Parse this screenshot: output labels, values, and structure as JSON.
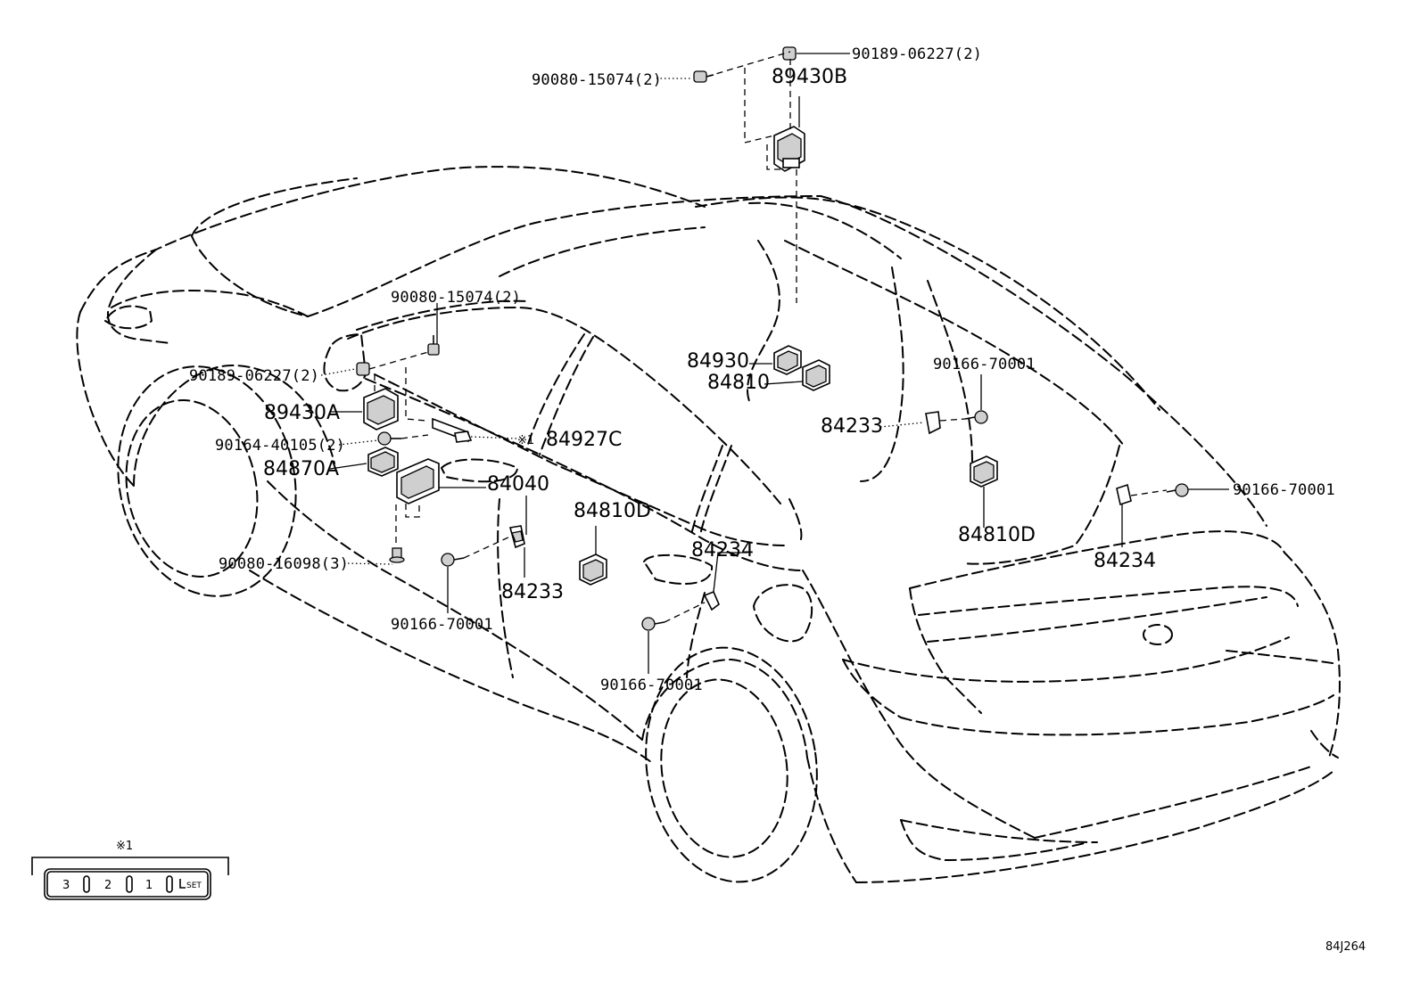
{
  "diagram": {
    "code": "84J264",
    "note_marker": "※1",
    "labels": {
      "n_90189_06227_top": "90189-06227(2)",
      "n_90080_15074_top": "90080-15074(2)",
      "n_89430B": "89430B",
      "n_90080_15074_left": "90080-15074(2)",
      "n_90189_06227_left": "90189-06227(2)",
      "n_89430A": "89430A",
      "n_90164_40105": "90164-40105(2)",
      "n_84870A": "84870A",
      "n_84040": "84040",
      "n_84927C": "84927C",
      "n_90080_16098": "90080-16098(3)",
      "n_90166_70001_mid": "90166-70001",
      "n_84233_mid": "84233",
      "n_84810D_mid": "84810D",
      "n_84234_mid": "84234",
      "n_90166_70001_low": "90166-70001",
      "n_84930": "84930",
      "n_84810": "84810",
      "n_84233_right": "84233",
      "n_90166_70001_upright": "90166-70001",
      "n_84810D_right": "84810D",
      "n_90166_70001_right": "90166-70001",
      "n_84234_right": "84234"
    },
    "inset": {
      "marker": "※1",
      "buttons": [
        "3",
        "2",
        "1",
        "SET"
      ]
    }
  }
}
